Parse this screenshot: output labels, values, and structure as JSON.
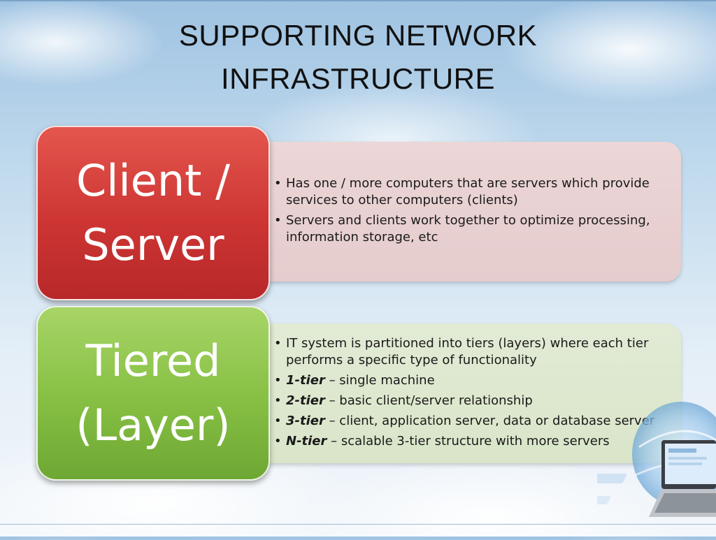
{
  "slide": {
    "title_line1": "SUPPORTING NETWORK",
    "title_line2": "INFRASTRUCTURE"
  },
  "sections": [
    {
      "tile_line1": "Client /",
      "tile_line2": "Server",
      "tile_color": "#cd3533",
      "panel_color": "#e9d2d3",
      "bullets": [
        {
          "text": "Has one / more computers that are servers which provide services to other computers (clients)"
        },
        {
          "text": "Servers and clients work together to optimize processing, information storage, etc"
        }
      ]
    },
    {
      "tile_line1": "Tiered",
      "tile_line2": "(Layer)",
      "tile_color": "#86bf43",
      "panel_color": "#dde8cf",
      "bullets": [
        {
          "text": "IT system is partitioned into tiers (layers) where each tier performs a specific type of functionality"
        },
        {
          "keyword": "1-tier",
          "text": " – single machine"
        },
        {
          "keyword": "2-tier",
          "text": " – basic client/server relationship"
        },
        {
          "keyword": "3-tier",
          "text": " – client, application server, data or database server"
        },
        {
          "keyword": "N-tier",
          "text": " – scalable 3-tier structure with more servers"
        }
      ]
    }
  ],
  "decor": {
    "laptop_icon": "laptop-icon",
    "background": "sky-clouds"
  }
}
